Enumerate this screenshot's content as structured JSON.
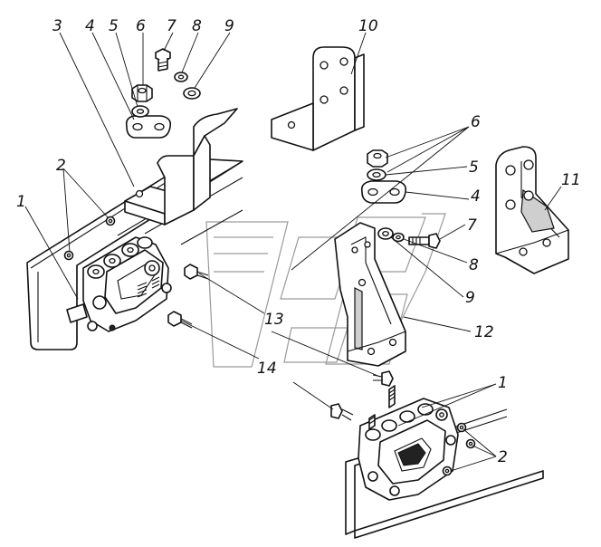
{
  "figure": {
    "callouts": [
      {
        "id": "c1a",
        "text": "1"
      },
      {
        "id": "c1b",
        "text": "1"
      },
      {
        "id": "c2a",
        "text": "2"
      },
      {
        "id": "c2b",
        "text": "2"
      },
      {
        "id": "c3",
        "text": "3"
      },
      {
        "id": "c4a",
        "text": "4"
      },
      {
        "id": "c4b",
        "text": "4"
      },
      {
        "id": "c5a",
        "text": "5"
      },
      {
        "id": "c5b",
        "text": "5"
      },
      {
        "id": "c6a",
        "text": "6"
      },
      {
        "id": "c6b",
        "text": "6"
      },
      {
        "id": "c7a",
        "text": "7"
      },
      {
        "id": "c7b",
        "text": "7"
      },
      {
        "id": "c8a",
        "text": "8"
      },
      {
        "id": "c8b",
        "text": "8"
      },
      {
        "id": "c9a",
        "text": "9"
      },
      {
        "id": "c9b",
        "text": "9"
      },
      {
        "id": "c10",
        "text": "10"
      },
      {
        "id": "c11",
        "text": "11"
      },
      {
        "id": "c12",
        "text": "12"
      },
      {
        "id": "c13",
        "text": "13"
      },
      {
        "id": "c14",
        "text": "14"
      }
    ]
  }
}
